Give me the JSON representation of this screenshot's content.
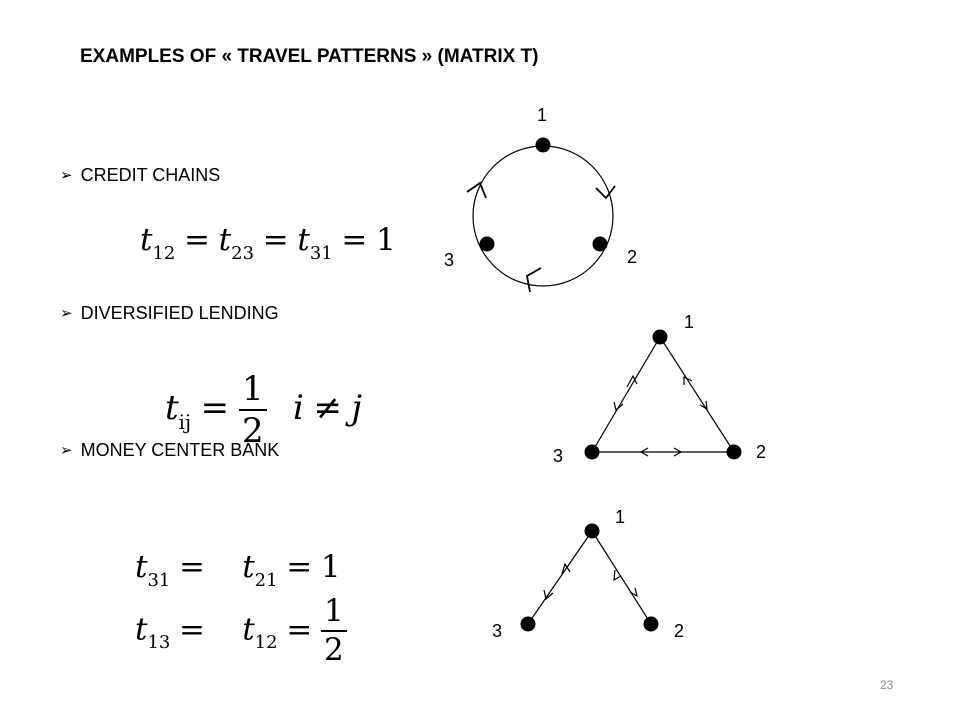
{
  "slide": {
    "title": "EXAMPLES OF « TRAVEL PATTERNS » (MATRIX T)",
    "bullets": [
      {
        "label": "CREDIT CHAINS",
        "glyph": "➢"
      },
      {
        "label": "DIVERSIFIED LENDING",
        "glyph": "➢"
      },
      {
        "label": "MONEY CENTER BANK",
        "glyph": "➢"
      }
    ],
    "page_number": "23"
  },
  "formulas": {
    "credit_chain": {
      "t12": {
        "base": "t",
        "sub": "12"
      },
      "t23": {
        "base": "t",
        "sub": "23"
      },
      "t31": {
        "base": "t",
        "sub": "31"
      },
      "eq": "=",
      "value": "1"
    },
    "diversified": {
      "tij": {
        "base": "t",
        "sub": "ij"
      },
      "eq": "=",
      "num": "1",
      "den": "2",
      "cond_i": "i",
      "neq": "≠",
      "cond_j": "j"
    },
    "money_center": {
      "t31": {
        "base": "t",
        "sub": "31"
      },
      "t21": {
        "base": "t",
        "sub": "21"
      },
      "t13": {
        "base": "t",
        "sub": "13"
      },
      "t12": {
        "base": "t",
        "sub": "12"
      },
      "eq": "=",
      "value": "1",
      "num": "1",
      "den": "2"
    }
  },
  "diagrams": {
    "credit_chain": {
      "label_1": "1",
      "label_2": "2",
      "label_3": "3"
    },
    "diversified": {
      "label_1": "1",
      "label_2": "2",
      "label_3": "3"
    },
    "money_center": {
      "label_1": "1",
      "label_2": "2",
      "label_3": "3"
    }
  },
  "colors": {
    "ink": "#000000",
    "page_number": "#8a8a8a",
    "background": "#ffffff"
  }
}
